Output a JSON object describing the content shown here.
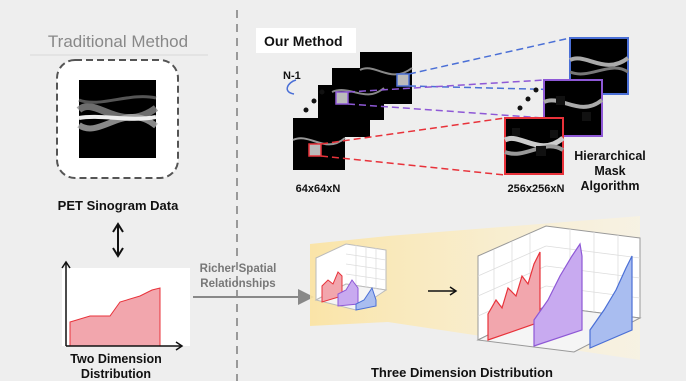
{
  "left_panel": {
    "title": "Traditional Method",
    "sinogram_caption": "PET Sinogram Data",
    "dist_caption_line1": "Two Dimension",
    "dist_caption_line2": "Distribution"
  },
  "right_panel": {
    "title": "Our Method",
    "stack_index_label": "N-1",
    "small_stack_label": "64x64xN",
    "large_stack_label": "256x256xN",
    "algorithm_label_line1": "Hierarchical",
    "algorithm_label_line2": "Mask",
    "algorithm_label_line3": "Algorithm"
  },
  "arrow_label": {
    "line1": "Richer Spatial",
    "line2": "Relationships"
  },
  "three_d_caption": "Three Dimension Distribution",
  "colors": {
    "panel_bg": "#eeeeee",
    "red": "#e8323a",
    "purple": "#8e58d6",
    "blue": "#4a6fd6",
    "red_fill": "#f2a6ad",
    "purple_fill": "#c8aaf0",
    "blue_fill": "#a9bdf0",
    "highlight": "#fbe6a6"
  }
}
